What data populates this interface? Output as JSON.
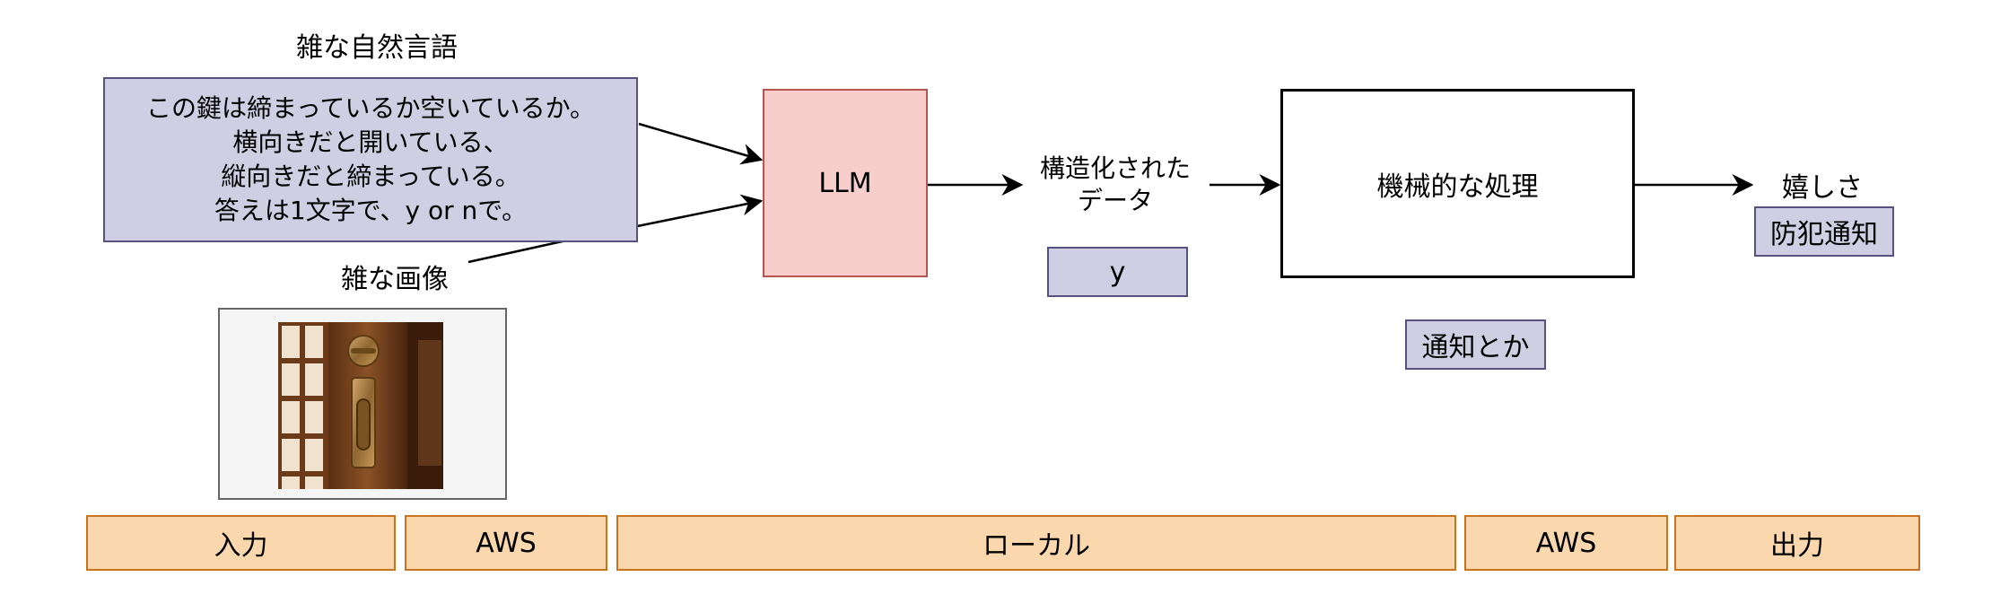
{
  "input_section": {
    "prompt_title": "雑な自然言語",
    "prompt_lines": [
      "この鍵は締まっているか空いているか。",
      "横向きだと開いている、",
      "縦向きだと締まっている。",
      "答えは1文字で、y or nで。"
    ],
    "image_title": "雑な画像"
  },
  "llm": {
    "label": "LLM"
  },
  "structured_data": {
    "label_line1": "構造化された",
    "label_line2": "データ",
    "example_value": "y"
  },
  "mechanical_processing": {
    "label": "機械的な処理",
    "example": "通知とか"
  },
  "output_section": {
    "label": "嬉しさ",
    "example": "防犯通知"
  },
  "bands": [
    "入力",
    "AWS",
    "ローカル",
    "AWS",
    "出力"
  ],
  "colors": {
    "purple_fill": "#d0cee2",
    "purple_stroke": "#56517e",
    "llm_fill": "#f8cecc",
    "llm_stroke": "#b85450",
    "band_fill": "#fad7ac",
    "band_stroke": "#c7741f"
  },
  "image_content_icon": "door-lock-photo"
}
